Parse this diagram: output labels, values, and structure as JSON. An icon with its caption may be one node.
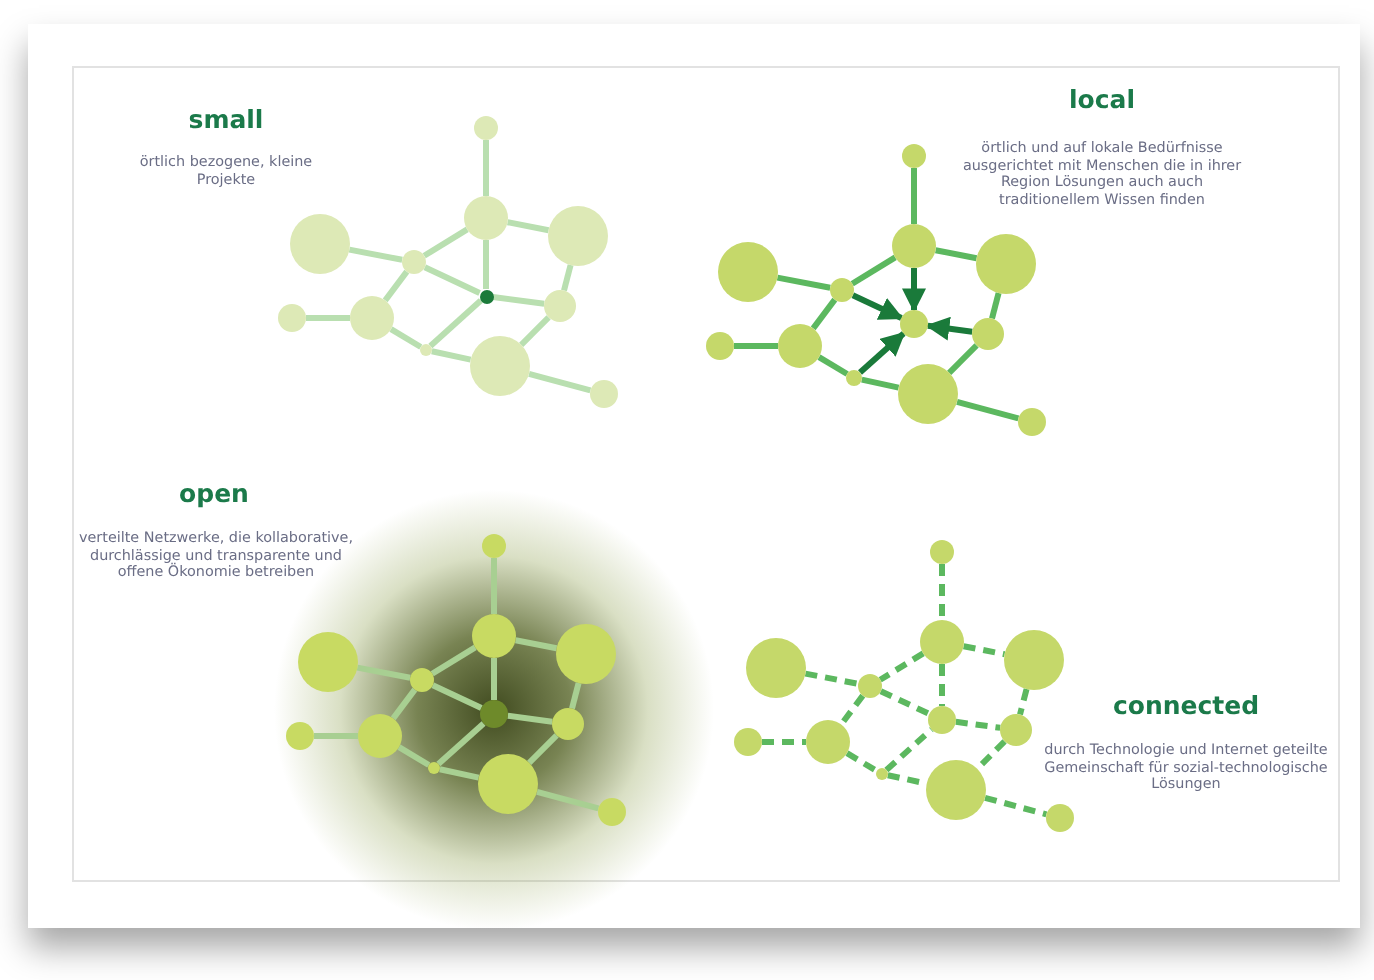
{
  "diagram": {
    "nodes": [
      {
        "text": [],
        "shape": "circle"
      },
      {
        "text": [],
        "shape": "circle"
      },
      {
        "text": [],
        "shape": "circle"
      },
      {
        "text": [],
        "shape": "circle"
      },
      {
        "text": [],
        "shape": "circle"
      },
      {
        "text": [],
        "shape": "circle"
      },
      {
        "text": [],
        "shape": "circle"
      },
      {
        "text": [],
        "shape": "circle"
      },
      {
        "text": [],
        "shape": "circle"
      },
      {
        "text": [],
        "shape": "circle"
      },
      {
        "text": [],
        "shape": "circle"
      },
      {
        "text": [],
        "shape": "circle"
      },
      {
        "text": [],
        "shape": "circle"
      },
      {
        "text": [],
        "shape": "circle"
      },
      {
        "text": [],
        "shape": "circle"
      },
      {
        "text": [],
        "shape": "circle"
      },
      {
        "text": [],
        "shape": "circle"
      },
      {
        "text": [],
        "shape": "circle"
      },
      {
        "text": [],
        "shape": "circle"
      },
      {
        "text": [],
        "shape": "circle"
      },
      {
        "text": [],
        "shape": "circle"
      },
      {
        "text": [],
        "shape": "circle"
      },
      {
        "text": [],
        "shape": "circle"
      },
      {
        "text": [],
        "shape": "circle"
      },
      {
        "text": [],
        "shape": "circle"
      },
      {
        "text": [],
        "shape": "circle"
      },
      {
        "text": [],
        "shape": "circle"
      },
      {
        "text": [],
        "shape": "circle"
      },
      {
        "text": [],
        "shape": "circle"
      },
      {
        "text": [],
        "shape": "circle"
      },
      {
        "text": [],
        "shape": "circle"
      },
      {
        "text": [],
        "shape": "circle"
      },
      {
        "text": [],
        "shape": "circle"
      },
      {
        "text": [],
        "shape": "circle"
      },
      {
        "text": [],
        "shape": "circle"
      },
      {
        "text": [],
        "shape": "circle"
      },
      {
        "text": [],
        "shape": "circle"
      },
      {
        "text": [],
        "shape": "circle"
      },
      {
        "text": [],
        "shape": "circle"
      },
      {
        "text": [],
        "shape": "circle"
      },
      {
        "text": [],
        "shape": "circle"
      },
      {
        "text": [],
        "shape": "circle"
      },
      {
        "text": [],
        "shape": "circle"
      },
      {
        "text": [],
        "shape": "circle"
      },
      {
        "text": [],
        "shape": "circle"
      },
      {
        "text": [],
        "shape": "circle"
      },
      {
        "text": [],
        "shape": "circle"
      },
      {
        "text": [],
        "shape": "circle"
      }
    ],
    "edges": [
      {
        "from": 0,
        "to": 1,
        "arrow": "none",
        "color": "#b9dfb0"
      },
      {
        "from": 1,
        "to": 5,
        "arrow": "none",
        "color": "#b9dfb0"
      },
      {
        "from": 1,
        "to": 4,
        "arrow": "none",
        "color": "#b9dfb0"
      },
      {
        "from": 1,
        "to": 3,
        "arrow": "none",
        "color": "#b9dfb0"
      },
      {
        "from": 2,
        "to": 4,
        "arrow": "none",
        "color": "#b9dfb0"
      },
      {
        "from": 4,
        "to": 5,
        "arrow": "none",
        "color": "#b9dfb0"
      },
      {
        "from": 4,
        "to": 8,
        "arrow": "none",
        "color": "#b9dfb0"
      },
      {
        "from": 7,
        "to": 8,
        "arrow": "none",
        "color": "#b9dfb0"
      },
      {
        "from": 8,
        "to": 9,
        "arrow": "none",
        "color": "#b9dfb0"
      },
      {
        "from": 9,
        "to": 5,
        "arrow": "none",
        "color": "#b9dfb0"
      },
      {
        "from": 5,
        "to": 6,
        "arrow": "none",
        "color": "#b9dfb0"
      },
      {
        "from": 3,
        "to": 6,
        "arrow": "none",
        "color": "#b9dfb0"
      },
      {
        "from": 6,
        "to": 10,
        "arrow": "none",
        "color": "#b9dfb0"
      },
      {
        "from": 9,
        "to": 10,
        "arrow": "none",
        "color": "#b9dfb0"
      },
      {
        "from": 10,
        "to": 11,
        "arrow": "none",
        "color": "#b9dfb0"
      },
      {
        "from": 12,
        "to": 13,
        "arrow": "none",
        "color": "#5cb85f"
      },
      {
        "from": 13,
        "to": 17,
        "arrow": "to",
        "color": "#1a7a3a"
      },
      {
        "from": 13,
        "to": 16,
        "arrow": "none",
        "color": "#5cb85f"
      },
      {
        "from": 13,
        "to": 15,
        "arrow": "none",
        "color": "#5cb85f"
      },
      {
        "from": 14,
        "to": 16,
        "arrow": "none",
        "color": "#5cb85f"
      },
      {
        "from": 16,
        "to": 17,
        "arrow": "to",
        "color": "#1a7a3a"
      },
      {
        "from": 16,
        "to": 20,
        "arrow": "none",
        "color": "#5cb85f"
      },
      {
        "from": 19,
        "to": 20,
        "arrow": "none",
        "color": "#5cb85f"
      },
      {
        "from": 20,
        "to": 21,
        "arrow": "none",
        "color": "#5cb85f"
      },
      {
        "from": 21,
        "to": 17,
        "arrow": "to",
        "color": "#1a7a3a"
      },
      {
        "from": 18,
        "to": 17,
        "arrow": "to",
        "color": "#1a7a3a"
      },
      {
        "from": 15,
        "to": 18,
        "arrow": "none",
        "color": "#5cb85f"
      },
      {
        "from": 18,
        "to": 22,
        "arrow": "none",
        "color": "#5cb85f"
      },
      {
        "from": 21,
        "to": 22,
        "arrow": "none",
        "color": "#5cb85f"
      },
      {
        "from": 22,
        "to": 23,
        "arrow": "none",
        "color": "#5cb85f"
      },
      {
        "from": 24,
        "to": 25,
        "arrow": "none",
        "color": "#a8cf92"
      },
      {
        "from": 25,
        "to": 29,
        "arrow": "none",
        "color": "#a8cf92"
      },
      {
        "from": 25,
        "to": 28,
        "arrow": "none",
        "color": "#a8cf92"
      },
      {
        "from": 25,
        "to": 27,
        "arrow": "none",
        "color": "#a8cf92"
      },
      {
        "from": 26,
        "to": 28,
        "arrow": "none",
        "color": "#a8cf92"
      },
      {
        "from": 28,
        "to": 29,
        "arrow": "none",
        "color": "#a8cf92"
      },
      {
        "from": 28,
        "to": 32,
        "arrow": "none",
        "color": "#a8cf92"
      },
      {
        "from": 31,
        "to": 32,
        "arrow": "none",
        "color": "#a8cf92"
      },
      {
        "from": 32,
        "to": 33,
        "arrow": "none",
        "color": "#a8cf92"
      },
      {
        "from": 33,
        "to": 29,
        "arrow": "none",
        "color": "#a8cf92"
      },
      {
        "from": 29,
        "to": 30,
        "arrow": "none",
        "color": "#a8cf92"
      },
      {
        "from": 27,
        "to": 30,
        "arrow": "none",
        "color": "#a8cf92"
      },
      {
        "from": 30,
        "to": 34,
        "arrow": "none",
        "color": "#a8cf92"
      },
      {
        "from": 33,
        "to": 34,
        "arrow": "none",
        "color": "#a8cf92"
      },
      {
        "from": 34,
        "to": 35,
        "arrow": "none",
        "color": "#a8cf92"
      },
      {
        "from": 36,
        "to": 37,
        "arrow": "none",
        "style": "dashed"
      },
      {
        "from": 37,
        "to": 41,
        "arrow": "none",
        "style": "dashed"
      },
      {
        "from": 37,
        "to": 40,
        "arrow": "none",
        "style": "dashed"
      },
      {
        "from": 37,
        "to": 39,
        "arrow": "none",
        "style": "dashed"
      },
      {
        "from": 38,
        "to": 40,
        "arrow": "none",
        "style": "dashed"
      },
      {
        "from": 40,
        "to": 41,
        "arrow": "none",
        "style": "dashed"
      },
      {
        "from": 40,
        "to": 44,
        "arrow": "none",
        "style": "dashed"
      },
      {
        "from": 43,
        "to": 44,
        "arrow": "none",
        "style": "dashed"
      },
      {
        "from": 44,
        "to": 45,
        "arrow": "none",
        "style": "dashed"
      },
      {
        "from": 45,
        "to": 41,
        "arrow": "none",
        "style": "dashed"
      },
      {
        "from": 41,
        "to": 42,
        "arrow": "none",
        "style": "dashed"
      },
      {
        "from": 39,
        "to": 42,
        "arrow": "none",
        "style": "dashed"
      },
      {
        "from": 42,
        "to": 46,
        "arrow": "none",
        "style": "dashed"
      },
      {
        "from": 45,
        "to": 46,
        "arrow": "none",
        "style": "dashed"
      },
      {
        "from": 46,
        "to": 47,
        "arrow": "none",
        "style": "dashed"
      }
    ],
    "labels": [
      "small",
      "örtlich bezogene, kleine Projekte",
      "local",
      "örtlich und auf lokale Bedürfnisse ausgerichtet mit Menschen die in ihrer Region Lösungen auch auch traditionellem Wissen finden",
      "open",
      "verteilte Netzwerke, die kollaborative, durchlässige und transparente und offene Ökonomie betreiben",
      "connected",
      "durch Technologie und Internet geteilte Gemeinschaft für sozial-technologische Lösungen"
    ]
  }
}
